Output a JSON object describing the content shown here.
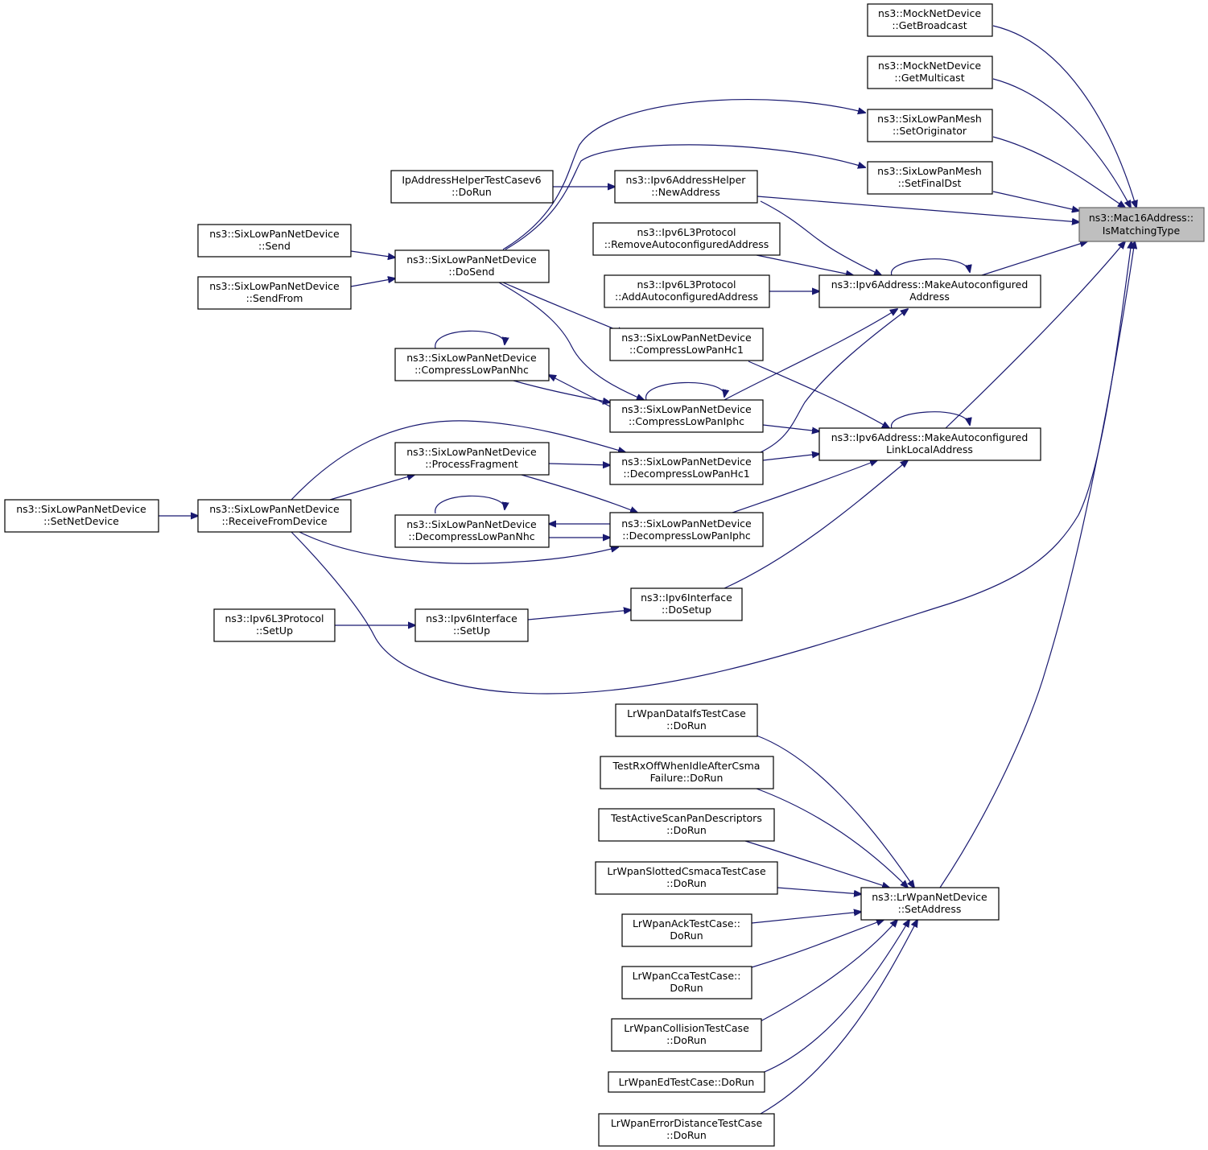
{
  "colors": {
    "edge": "#191970",
    "root_fill": "#bfbfbf",
    "node_fill": "#ffffff"
  },
  "nodes": {
    "root": [
      "ns3::Mac16Address::",
      "IsMatchingType"
    ],
    "getbroadcast": [
      "ns3::MockNetDevice",
      "::GetBroadcast"
    ],
    "getmulticast": [
      "ns3::MockNetDevice",
      "::GetMulticast"
    ],
    "setoriginator": [
      "ns3::SixLowPanMesh",
      "::SetOriginator"
    ],
    "setfinaldst": [
      "ns3::SixLowPanMesh",
      "::SetFinalDst"
    ],
    "newaddress": [
      "ns3::Ipv6AddressHelper",
      "::NewAddress"
    ],
    "iphelpertest": [
      "IpAddressHelperTestCasev6",
      "::DoRun"
    ],
    "removeauto": [
      "ns3::Ipv6L3Protocol",
      "::RemoveAutoconfiguredAddress"
    ],
    "addauto": [
      "ns3::Ipv6L3Protocol",
      "::AddAutoconfiguredAddress"
    ],
    "makeauto": [
      "ns3::Ipv6Address::MakeAutoconfigured",
      "Address"
    ],
    "makeautoll": [
      "ns3::Ipv6Address::MakeAutoconfigured",
      "LinkLocalAddress"
    ],
    "send": [
      "ns3::SixLowPanNetDevice",
      "::Send"
    ],
    "sendfrom": [
      "ns3::SixLowPanNetDevice",
      "::SendFrom"
    ],
    "dosend": [
      "ns3::SixLowPanNetDevice",
      "::DoSend"
    ],
    "comphc1": [
      "ns3::SixLowPanNetDevice",
      "::CompressLowPanHc1"
    ],
    "compnhc": [
      "ns3::SixLowPanNetDevice",
      "::CompressLowPanNhc"
    ],
    "compiphc": [
      "ns3::SixLowPanNetDevice",
      "::CompressLowPanIphc"
    ],
    "procfrag": [
      "ns3::SixLowPanNetDevice",
      "::ProcessFragment"
    ],
    "decomphc1": [
      "ns3::SixLowPanNetDevice",
      "::DecompressLowPanHc1"
    ],
    "decompnhc": [
      "ns3::SixLowPanNetDevice",
      "::DecompressLowPanNhc"
    ],
    "decompiphc": [
      "ns3::SixLowPanNetDevice",
      "::DecompressLowPanIphc"
    ],
    "setnetdevice": [
      "ns3::SixLowPanNetDevice",
      "::SetNetDevice"
    ],
    "recvfromdev": [
      "ns3::SixLowPanNetDevice",
      "::ReceiveFromDevice"
    ],
    "l3setup": [
      "ns3::Ipv6L3Protocol",
      "::SetUp"
    ],
    "ifsetup": [
      "ns3::Ipv6Interface",
      "::SetUp"
    ],
    "ifdosetup": [
      "ns3::Ipv6Interface",
      "::DoSetup"
    ],
    "setaddress": [
      "ns3::LrWpanNetDevice",
      "::SetAddress"
    ],
    "dataifs": [
      "LrWpanDataIfsTestCase",
      "::DoRun"
    ],
    "rxoff": [
      "TestRxOffWhenIdleAfterCsma",
      "Failure::DoRun"
    ],
    "activescan": [
      "TestActiveScanPanDescriptors",
      "::DoRun"
    ],
    "slotted": [
      "LrWpanSlottedCsmacaTestCase",
      "::DoRun"
    ],
    "ack": [
      "LrWpanAckTestCase::",
      "DoRun"
    ],
    "cca": [
      "LrWpanCcaTestCase::",
      "DoRun"
    ],
    "collision": [
      "LrWpanCollisionTestCase",
      "::DoRun"
    ],
    "ed": [
      "LrWpanEdTestCase::DoRun"
    ],
    "errordist": [
      "LrWpanErrorDistanceTestCase",
      "::DoRun"
    ]
  }
}
